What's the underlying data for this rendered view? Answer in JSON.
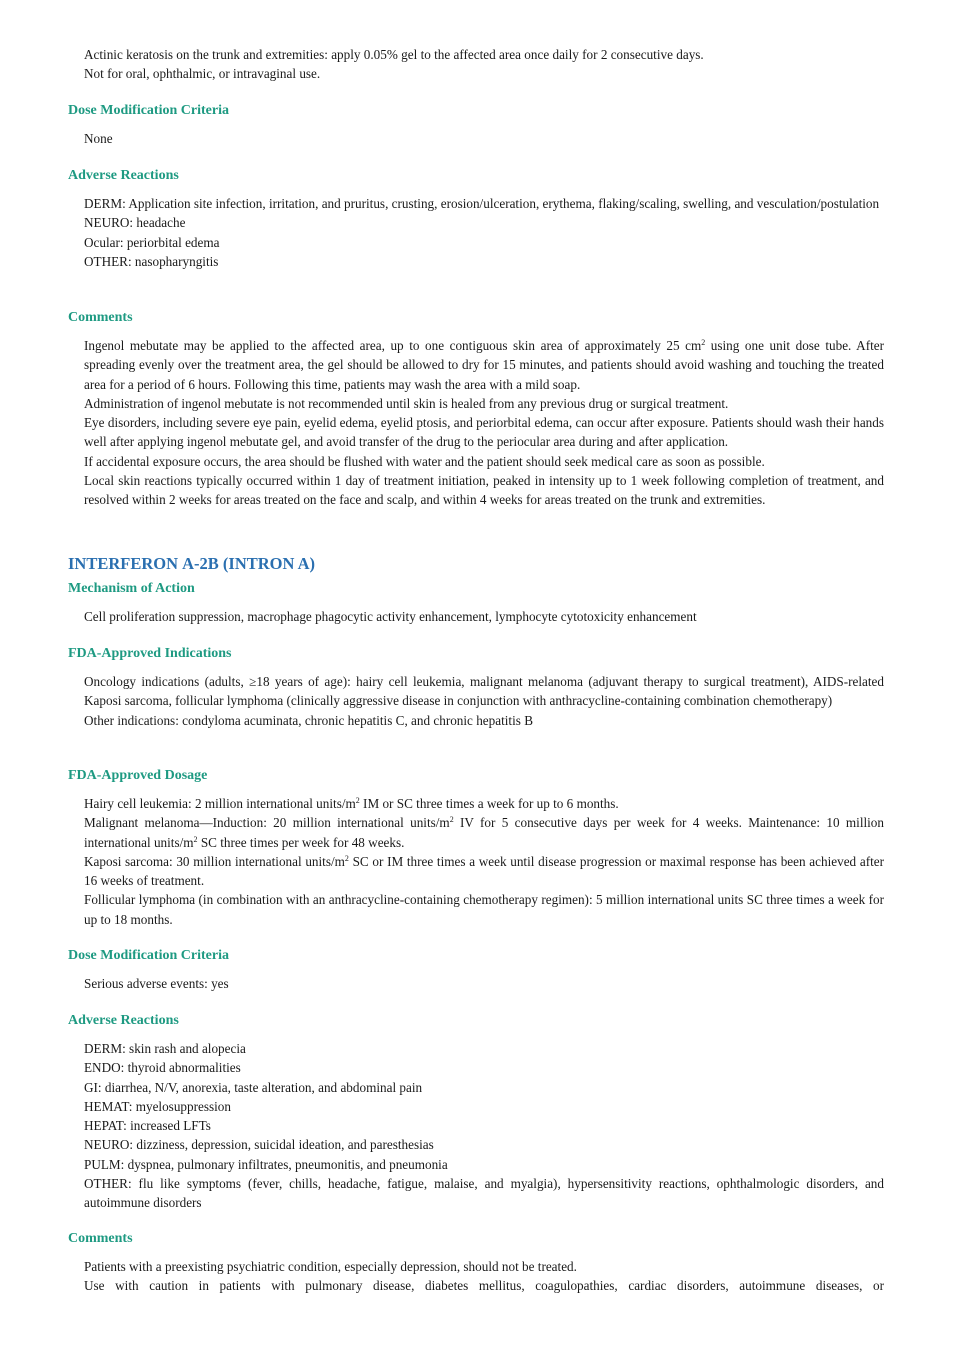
{
  "section1": {
    "dosage_lines": [
      "Actinic keratosis on the trunk and extremities: apply 0.05% gel to the affected area once daily for 2 consecutive days.",
      "Not for oral, ophthalmic, or intravaginal use."
    ],
    "dose_mod_heading": "Dose Modification Criteria",
    "dose_mod_text": "None",
    "adverse_heading": "Adverse Reactions",
    "adverse": [
      "DERM: Application site infection, irritation, and pruritus, crusting, erosion/ulceration, erythema, flaking/scaling, swelling, and vesculation/postulation",
      "NEURO: headache",
      "Ocular: periorbital edema",
      "OTHER: nasopharyngitis"
    ],
    "comments_heading": "Comments",
    "comment1_pre": "Ingenol mebutate may be applied to the affected area, up to one contiguous skin area of approximately 25 cm",
    "comment1_sup": "2",
    "comment1_post": " using one unit dose tube. After spreading evenly over the treatment area, the gel should be allowed to dry for 15 minutes, and patients should avoid washing and touching the treated area for a period of 6 hours. Following this time, patients may wash the area with a mild soap.",
    "comment2": "Administration of ingenol mebutate is not recommended until skin is healed from any previous drug or surgical treatment.",
    "comment3": "Eye disorders, including severe eye pain, eyelid edema, eyelid ptosis, and periorbital edema, can occur after exposure. Patients should wash their hands well after applying ingenol mebutate gel, and avoid transfer of the drug to the periocular area during and after application.",
    "comment4": "If accidental exposure occurs, the area should be flushed with water and the patient should seek medical care as soon as possible.",
    "comment5": "Local skin reactions typically occurred within 1 day of treatment initiation, peaked in intensity up to 1 week following completion of treatment, and resolved within 2 weeks for areas treated on the face and scalp, and within 4 weeks for areas treated on the trunk and extremities."
  },
  "drug2": {
    "title": "INTERFERON Α-2B (INTRON A)",
    "moa_heading": "Mechanism of Action",
    "moa_text": "Cell proliferation suppression, macrophage phagocytic activity enhancement, lymphocyte cytotoxicity enhancement",
    "indications_heading": "FDA-Approved Indications",
    "indications1": "Oncology indications (adults, ≥18 years of age): hairy cell leukemia, malignant melanoma (adjuvant therapy to surgical treatment), AIDS-related Kaposi sarcoma, follicular lymphoma (clinically aggressive disease in conjunction with anthracycline-containing combination chemotherapy)",
    "indications2": "Other indications: condyloma acuminata, chronic hepatitis C, and chronic hepatitis B",
    "dosage_heading": "FDA-Approved Dosage",
    "dosage1_pre": "Hairy cell leukemia: 2 million international units/m",
    "dosage1_sup": "2",
    "dosage1_post": " IM or SC three times a week for up to 6 months.",
    "dosage2_pre": "Malignant melanoma—Induction: 20 million international units/m",
    "dosage2_sup1": "2",
    "dosage2_mid": " IV for 5 consecutive days per week for 4 weeks. Maintenance: 10 million international units/m",
    "dosage2_sup2": "2",
    "dosage2_post": " SC three times per week for 48 weeks.",
    "dosage3_pre": "Kaposi sarcoma: 30 million international units/m",
    "dosage3_sup": "2",
    "dosage3_post": " SC or IM three times a week until disease progression or maximal response has been achieved after 16 weeks of treatment.",
    "dosage4": "Follicular lymphoma (in combination with an anthracycline-containing chemotherapy regimen): 5 million international units SC three times a week for up to 18 months.",
    "dose_mod_heading": "Dose Modification Criteria",
    "dose_mod_text": "Serious adverse events: yes",
    "adverse_heading": "Adverse Reactions",
    "adverse": [
      "DERM: skin rash and alopecia",
      "ENDO: thyroid abnormalities",
      "GI: diarrhea, N/V, anorexia, taste alteration, and abdominal pain",
      "HEMAT: myelosuppression",
      "HEPAT: increased LFTs",
      "NEURO: dizziness, depression, suicidal ideation, and paresthesias",
      "PULM: dyspnea, pulmonary infiltrates, pneumonitis, and pneumonia",
      "OTHER: flu like symptoms (fever, chills, headache, fatigue, malaise, and myalgia), hypersensitivity reactions, ophthalmologic disorders, and autoimmune disorders"
    ],
    "comments_heading": "Comments",
    "comment1": "Patients with a preexisting psychiatric condition, especially depression, should not be treated.",
    "comment2": "Use with caution in patients with pulmonary disease, diabetes mellitus, coagulopathies, cardiac disorders, autoimmune diseases, or"
  }
}
